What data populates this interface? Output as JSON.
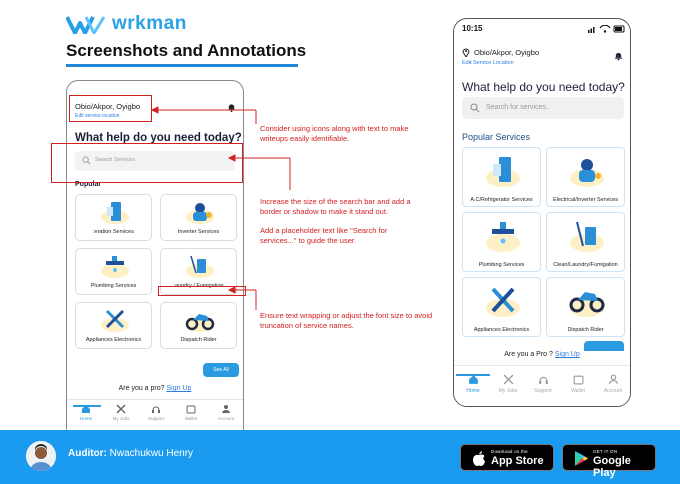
{
  "brand": {
    "logo_text": "wrkman",
    "accent": "#2aa0e8"
  },
  "page_title": "Screenshots and Annotations",
  "left_phone": {
    "location": "Obio/Akpor, Oyigbo",
    "edit_location": "Edit service location",
    "help_heading": "What help do you need today?",
    "search_placeholder": "Search Services",
    "popular_label": "Popular",
    "services": [
      {
        "label": ":eration Services",
        "icon": "fridge-icon"
      },
      {
        "label": "Inverter Services",
        "icon": "electrician-icon"
      },
      {
        "label": "Plumbing Services",
        "icon": "faucet-icon"
      },
      {
        "label": ":aundry / Fumigation",
        "icon": "cleaning-icon"
      },
      {
        "label": "Appliances Electronics",
        "icon": "tools-icon"
      },
      {
        "label": "Dispatch Rider",
        "icon": "motorbike-icon"
      }
    ],
    "see_all": "See All",
    "pro_question": "Are you a pro?",
    "signup_link": "Sign Up",
    "nav": [
      "Home",
      "My Jobs",
      "Support",
      "Wallet",
      "Account"
    ]
  },
  "annotations": [
    "Consider using icons along with text to make writeups  easily identifiable.",
    "Increase the size of the search bar and add a border or shadow to make it stand out.",
    "Add a placeholder text like \"Search for services...\" to guide the user.",
    "Ensure text wrapping or adjust the font size to avoid truncation of service names."
  ],
  "right_phone": {
    "time": "10:15",
    "location": "Obio/Akpor, Oyigbo",
    "edit_location": "Edit Service Location",
    "help_heading": "What help do you need today?",
    "search_placeholder": "Search for services..",
    "popular_label": "Popular Services",
    "services": [
      {
        "label": "A.C/Refrigerator Services",
        "icon": "fridge-icon"
      },
      {
        "label": "Electrical/Inverter Services",
        "icon": "electrician-icon"
      },
      {
        "label": "Plumbing Services",
        "icon": "faucet-icon"
      },
      {
        "label": "Clean/Laundry/Fumigation",
        "icon": "cleaning-icon"
      },
      {
        "label": "Appliances Electronics",
        "icon": "tools-icon"
      },
      {
        "label": "Dispatch Rider",
        "icon": "motorbike-icon"
      }
    ],
    "pro_question": "Are you a Pro ?",
    "signup_link": "Sign Up",
    "nav": [
      "Home",
      "My Jobs",
      "Support",
      "Wallet",
      "Account"
    ]
  },
  "footer": {
    "auditor_label": "Auditor:",
    "auditor_name": "Nwachukwu Henry",
    "app_store_small": "Download on the",
    "app_store_big": "App Store",
    "play_small": "GET IT ON",
    "play_big": "Google Play",
    "background": "#1a9bf0"
  },
  "colors": {
    "annotation": "#d32020",
    "link": "#2a7de1"
  }
}
